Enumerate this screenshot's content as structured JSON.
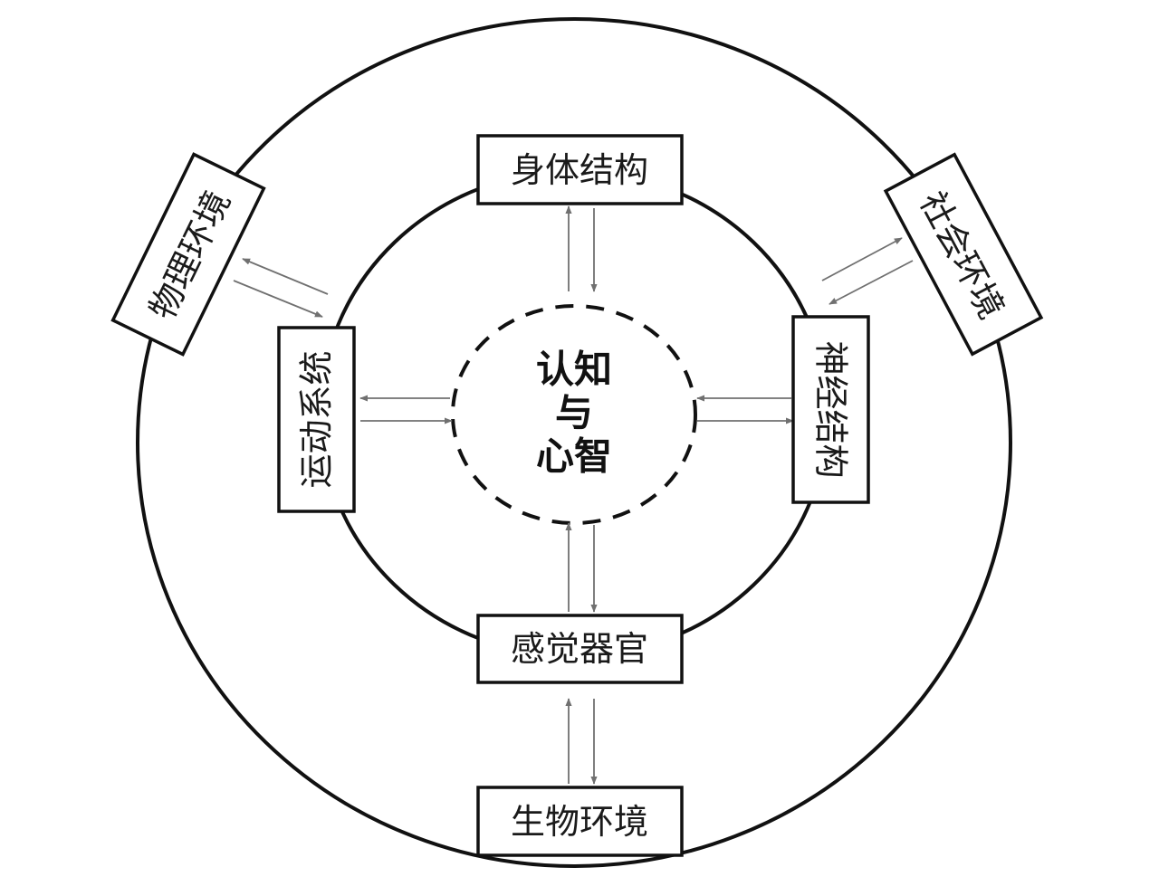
{
  "diagram": {
    "center": {
      "line1": "认知",
      "line2": "与",
      "line3": "心智"
    },
    "inner_ring": {
      "top": "身体结构",
      "left": "运动系统",
      "right": "神经结构",
      "bottom": "感觉器官"
    },
    "outer_ring": {
      "upper_left": "物理环境",
      "upper_right": "社会环境",
      "bottom": "生物环境"
    },
    "colors": {
      "line": "#111111",
      "arrow": "#707070",
      "background": "#ffffff"
    }
  }
}
